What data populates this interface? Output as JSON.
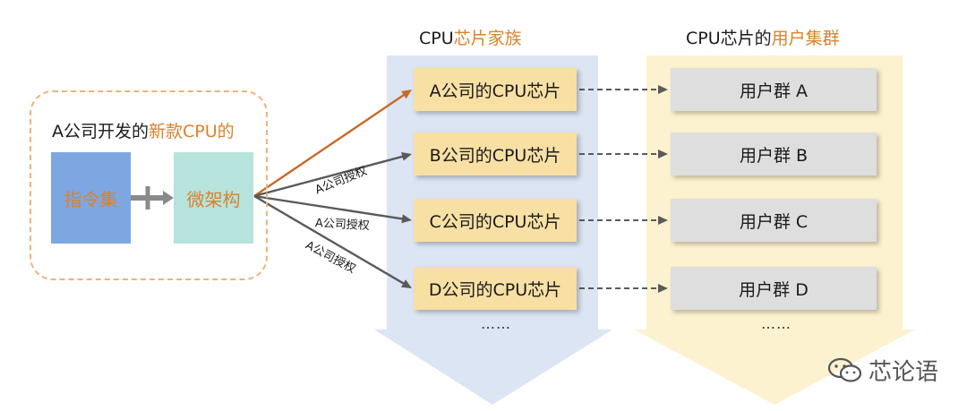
{
  "colors": {
    "family_band": "#dce5f3",
    "user_band": "#fdf2cf",
    "accent": "#d9822b",
    "isa_fill": "#7ea6e0",
    "uarch_fill": "#b6e4dd",
    "chip_fill": "#f8dfa4",
    "group_fill": "#dedede",
    "orange_arrow": "#c8692a",
    "gray_arrow": "#5a5a5a"
  },
  "family_title": {
    "prefix": "CPU",
    "highlight": "芯片家族"
  },
  "users_title": {
    "prefix": "CPU芯片的",
    "highlight": "用户集群"
  },
  "origin": {
    "title_prefix": "A公司开发的",
    "title_highlight": "新款CPU的",
    "isa_label": "指令集",
    "uarch_label": "微架构"
  },
  "license_label": "A公司授权",
  "chips": [
    "A公司的CPU芯片",
    "B公司的CPU芯片",
    "C公司的CPU芯片",
    "D公司的CPU芯片"
  ],
  "chip_ellipsis": "……",
  "user_groups": [
    "用户群 A",
    "用户群 B",
    "用户群 C",
    "用户群 D"
  ],
  "group_ellipsis": "……",
  "watermark": {
    "icon": "wechat-icon",
    "text": "芯论语"
  }
}
